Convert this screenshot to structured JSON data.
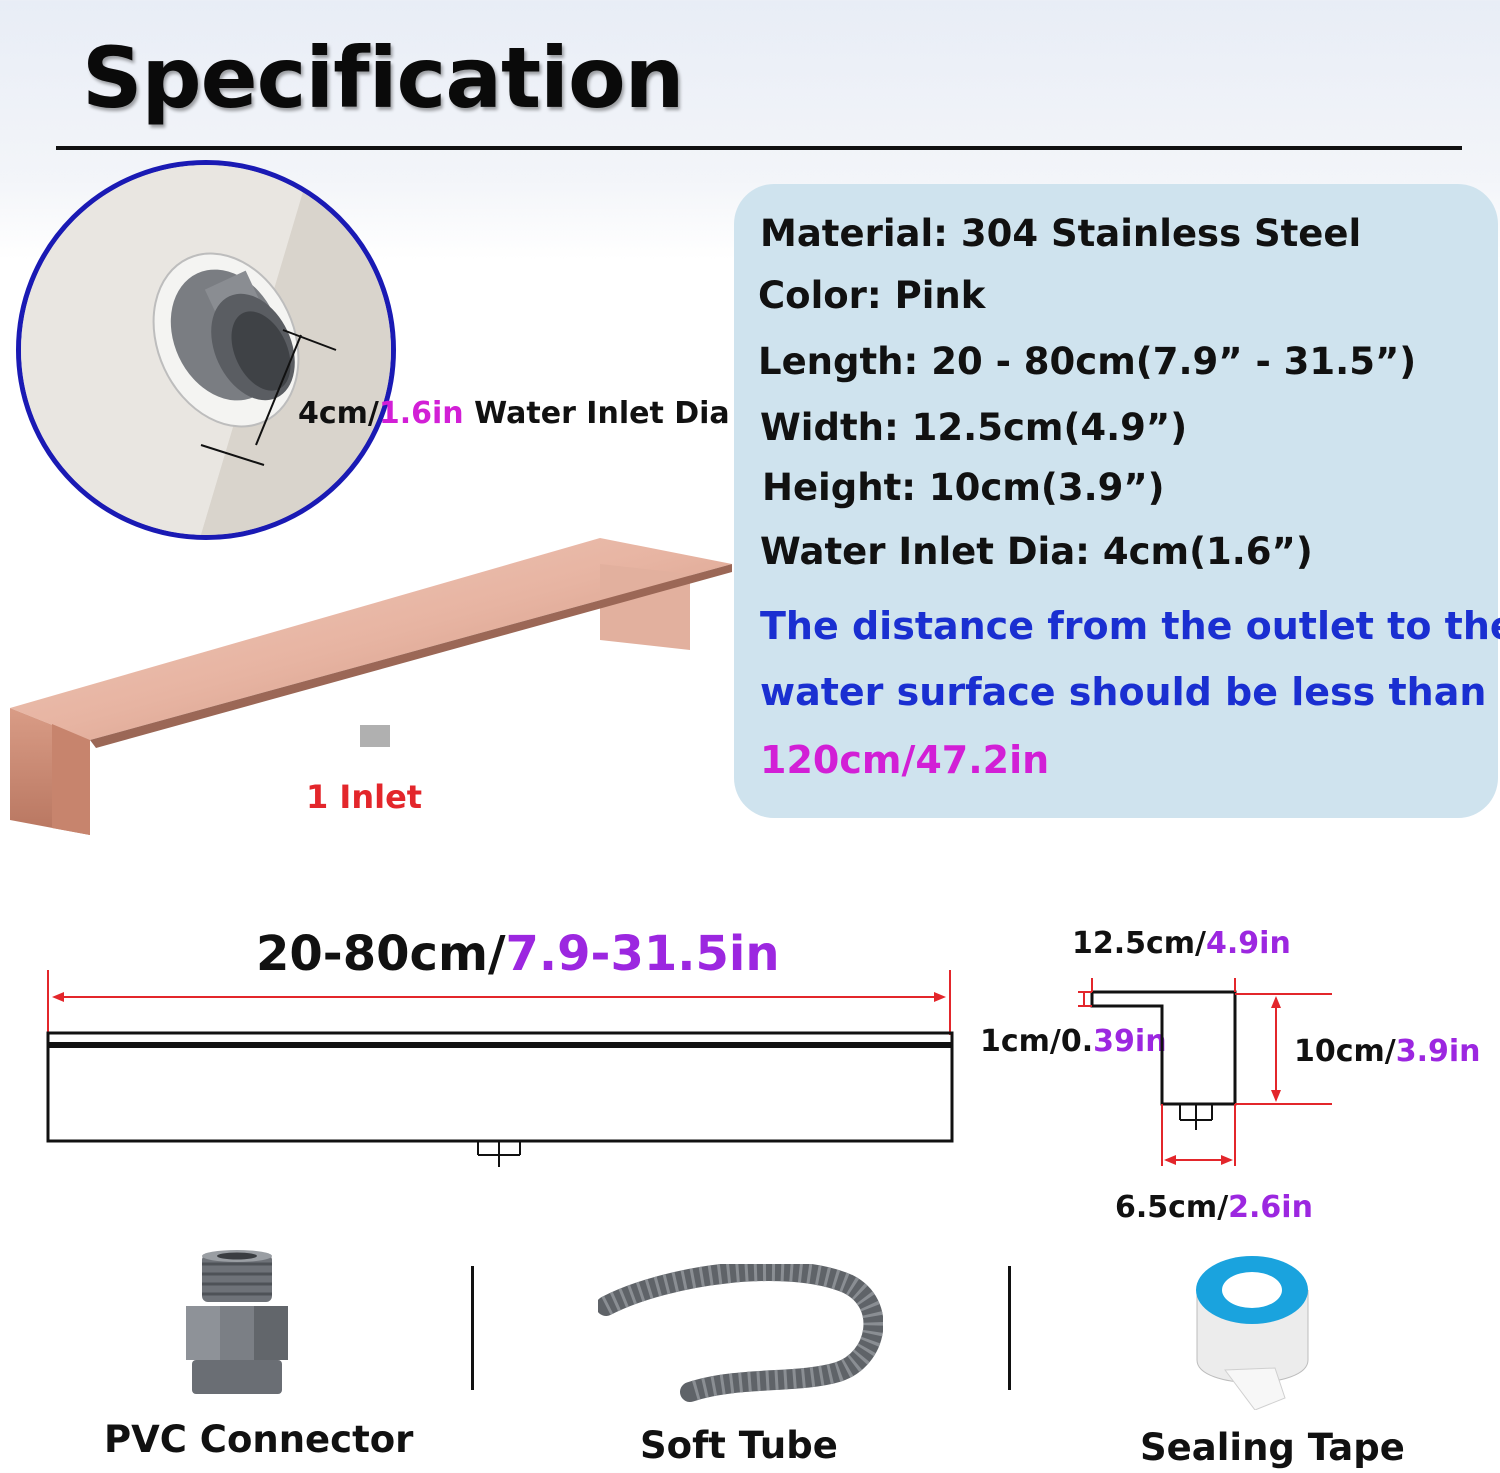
{
  "page": {
    "title": "Specification"
  },
  "inlet_detail": {
    "dim_cm": "4cm/",
    "dim_in": "1.6in",
    "dim_label": " Water Inlet Dia"
  },
  "product": {
    "inlet_label": "1 Inlet"
  },
  "specs": {
    "material": "Material: 304 Stainless Steel",
    "color": "Color: Pink",
    "length": "Length: 20 - 80cm(7.9” - 31.5”)",
    "width": "Width: 12.5cm(4.9”)",
    "height": "Height: 10cm(3.9”)",
    "inlet_dia": "Water Inlet Dia: 4cm(1.6”)",
    "note_line1": "The distance from the outlet to the",
    "note_line2": "water surface should be less than",
    "note_value": "120cm/47.2in"
  },
  "dimensions": {
    "length_cm": "20-80cm/",
    "length_in": "7.9-31.5in",
    "width_cm": "12.5cm/",
    "width_in": "4.9in",
    "lip_cm": "1cm/0.",
    "lip_in": "39in",
    "height_cm": "10cm/",
    "height_in": "3.9in",
    "depth_cm": "6.5cm/",
    "depth_in": "2.6in"
  },
  "accessories": [
    {
      "label": "PVC Connector",
      "icon": "pvc-connector-icon"
    },
    {
      "label": "Soft Tube",
      "icon": "soft-tube-icon"
    },
    {
      "label": "Sealing Tape",
      "icon": "sealing-tape-icon"
    }
  ],
  "colors": {
    "blue_text": "#1a2fd1",
    "magenta_text": "#d21fd6",
    "purple_text": "#9c27e0",
    "red_text": "#e3262b",
    "spec_box": "#cfe3ee",
    "zoom_border": "#1a1ab4",
    "rose_gold": "#e8b8a6"
  }
}
